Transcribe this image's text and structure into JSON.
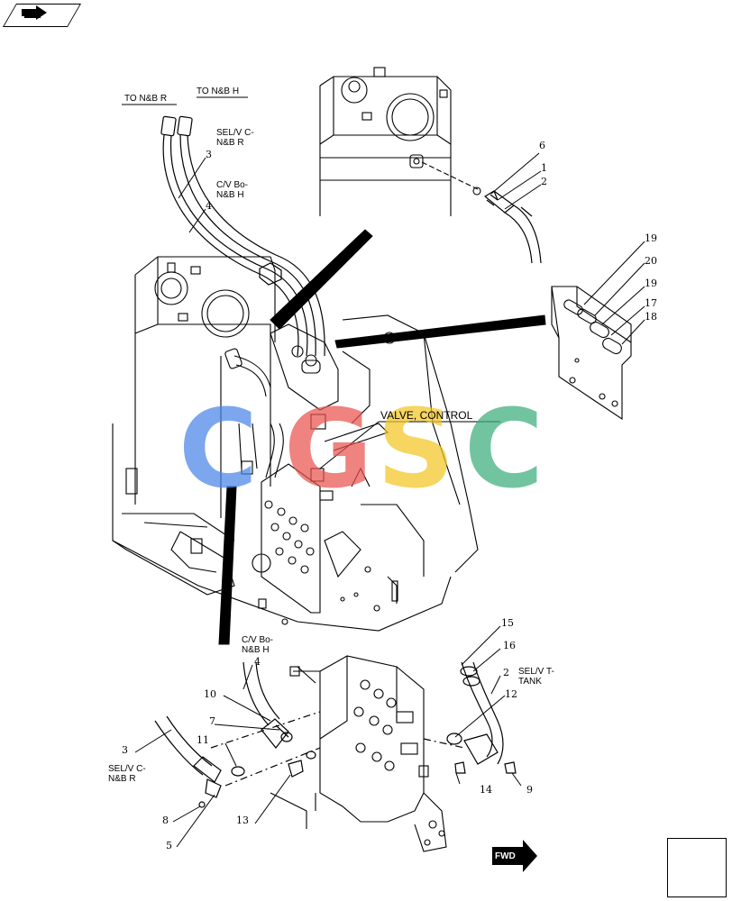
{
  "labels": {
    "to_nb_r": "TO N&B  R",
    "to_nb_h": "TO N&B  H",
    "selv_c_top": "SEL/V C-\nN&B R",
    "cv_bo_top": "C/V Bo-\nN&B H",
    "valve_control": "VALVE, CONTROL",
    "cv_bo_bottom": "C/V Bo-\nN&B H",
    "selv_t_tank": "SEL/V T-\nTANK",
    "selv_c_bottom": "SEL/V C-\nN&B R",
    "fwd": "FWD"
  },
  "callouts": [
    "1",
    "2",
    "3",
    "4",
    "5",
    "6",
    "7",
    "8",
    "9",
    "10",
    "11",
    "12",
    "13",
    "14",
    "15",
    "16",
    "17",
    "18",
    "19",
    "19",
    "20",
    "2",
    "3",
    "4"
  ],
  "watermark": {
    "letters": [
      "C",
      "G",
      "S",
      "C"
    ],
    "colors": [
      "#4a86e8",
      "#e8544f",
      "#f3c623",
      "#3cae7e"
    ]
  },
  "icons": {
    "top_left": "next-page-icon",
    "bottom_right": "previous-page-icon"
  }
}
